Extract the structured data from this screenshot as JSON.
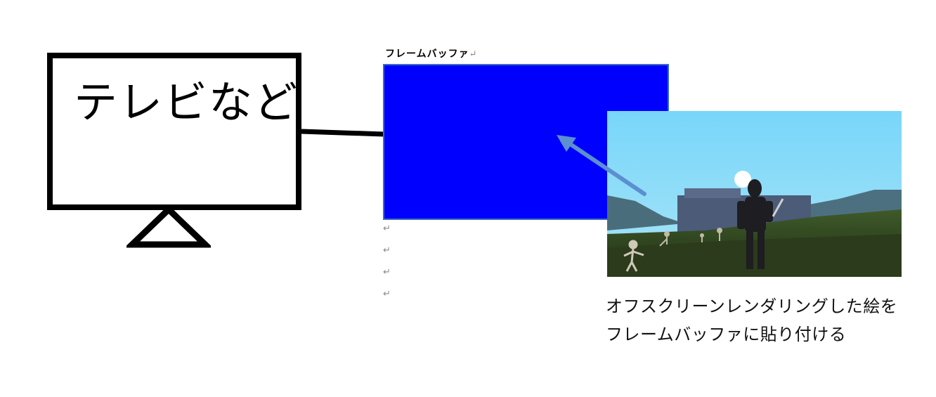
{
  "tv": {
    "label": "テレビなど"
  },
  "framebuffer": {
    "caption": "フレームバッファ",
    "para_mark": "↵",
    "fill_color": "#0000ff"
  },
  "paragraph_marks": [
    "↵",
    "↵",
    "↵",
    "↵"
  ],
  "description": {
    "line1": "オフスクリーンレンダリングした絵を",
    "line2": "フレームバッファに貼り付ける"
  },
  "colors": {
    "arrow": "#5b8fd0",
    "sky": "#7fd6f5",
    "border": "#000000"
  }
}
